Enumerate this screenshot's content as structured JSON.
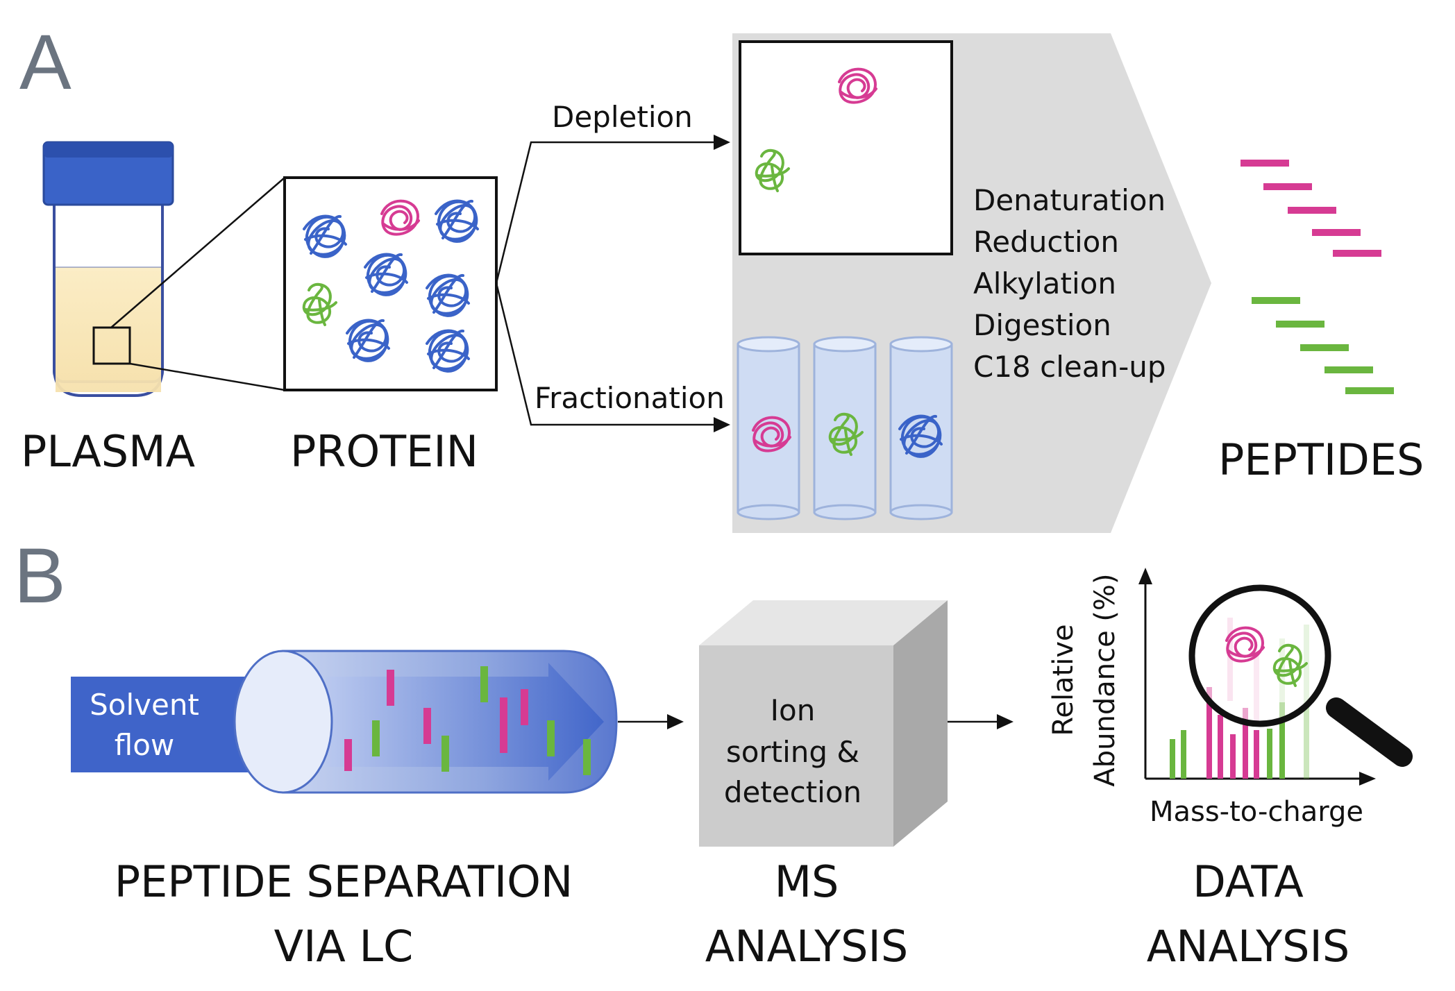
{
  "panel_a": {
    "letter": "A",
    "plasma_label": "PLASMA",
    "protein_label": "PROTEIN",
    "depletion_label": "Depletion",
    "fractionation_label": "Fractionation",
    "steps": [
      "Denaturation",
      "Reduction",
      "Alkylation",
      "Digestion",
      "C18 clean-up"
    ],
    "peptides_label": "PEPTIDES"
  },
  "panel_b": {
    "letter": "B",
    "solvent_line1": "Solvent",
    "solvent_line2": "flow",
    "ms_box_lines": [
      "Ion",
      "sorting &",
      "detection"
    ],
    "plot_ylabel_line1": "Relative",
    "plot_ylabel_line2": "Abundance (%)",
    "plot_xlabel": "Mass-to-charge",
    "stage1_line1": "PEPTIDE SEPARATION",
    "stage1_line2": "VIA LC",
    "stage2_line1": "MS",
    "stage2_line2": "ANALYSIS",
    "stage3_line1": "DATA",
    "stage3_line2": "ANALYSIS"
  },
  "colors": {
    "blue": "#3a63c8",
    "magenta": "#d63b93",
    "green": "#6ab63f",
    "letter_gray": "#6b7480",
    "panel_gray": "#dcdcdc"
  },
  "icons": [
    "plasma-tube-icon",
    "protein-tangle-icon",
    "column-cylinder-icon",
    "magnifier-icon",
    "ms-cube-icon"
  ]
}
